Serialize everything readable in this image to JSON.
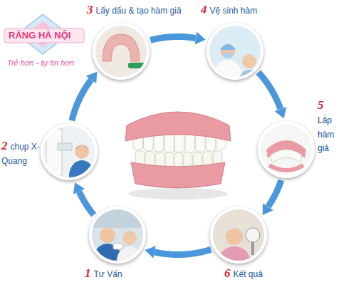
{
  "diagram": {
    "nodes": [
      {
        "text": [
          "1",
          "Tư Vấn"
        ]
      },
      {
        "text": [
          "2",
          "chụp X-Quang"
        ]
      },
      {
        "text": [
          "3",
          "Lấy dấu & tạo hàm giả"
        ]
      },
      {
        "text": [
          "4",
          "Vệ sinh hàm"
        ]
      },
      {
        "text": [
          "5",
          "Lắp hàm giả"
        ]
      },
      {
        "text": [
          "6",
          "Kết quả"
        ]
      }
    ],
    "edges": [
      {
        "from": 0,
        "to": 1,
        "arrow": "to"
      },
      {
        "from": 1,
        "to": 2,
        "arrow": "to"
      },
      {
        "from": 2,
        "to": 3,
        "arrow": "to"
      },
      {
        "from": 3,
        "to": 4,
        "arrow": "to"
      },
      {
        "from": 4,
        "to": 5,
        "arrow": "to"
      },
      {
        "from": 5,
        "to": 0,
        "arrow": "to"
      }
    ],
    "labels": [
      "RĂNG HÀ NỘI",
      "Trẻ hơn - tự tin hơn"
    ]
  }
}
